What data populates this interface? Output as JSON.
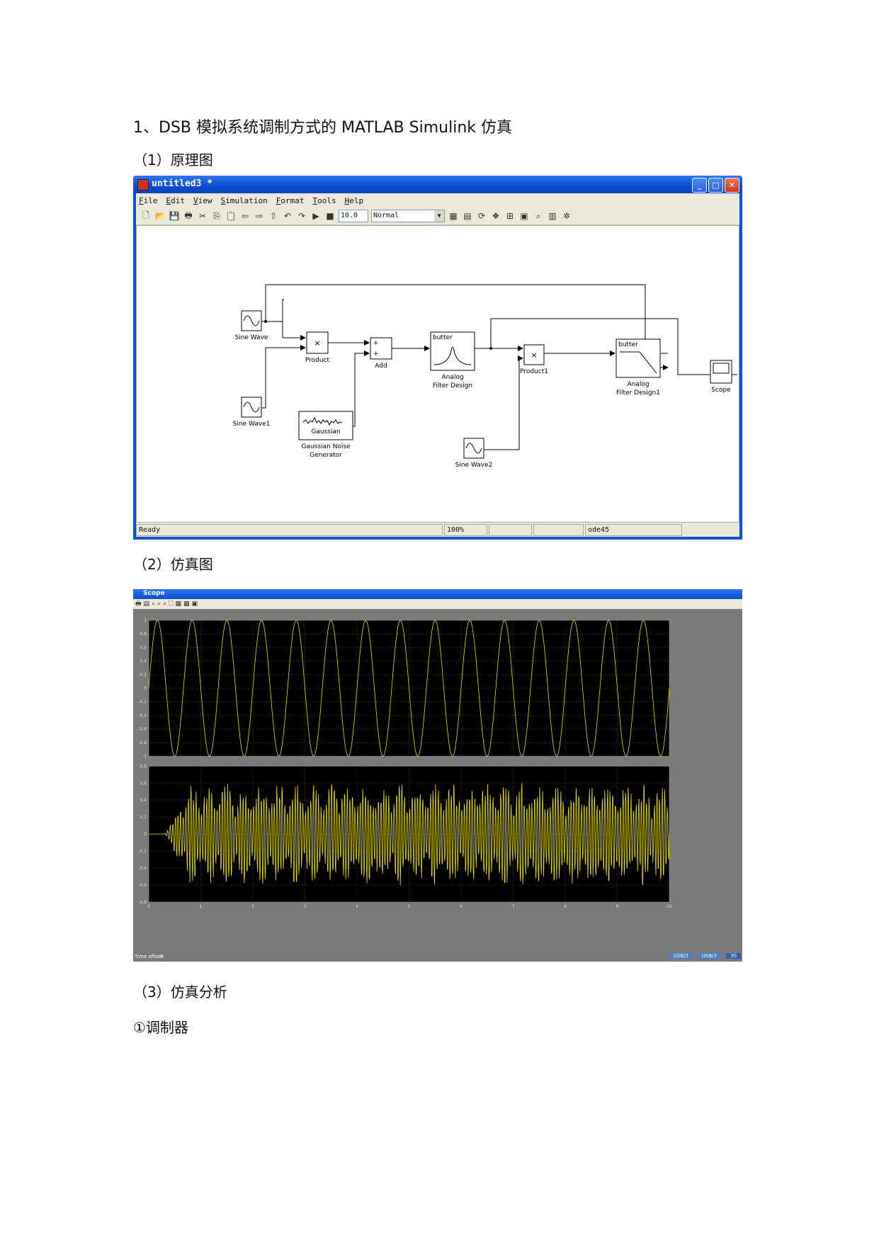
{
  "doc": {
    "heading": "1、DSB 模拟系统调制方式的 MATLAB Simulink 仿真",
    "sec1": "（1）原理图",
    "sec2": "（2）仿真图",
    "sec3": "（3）仿真分析",
    "sec4": "①调制器"
  },
  "model_window": {
    "title": "untitled3 *",
    "menu": [
      "File",
      "Edit",
      "View",
      "Simulation",
      "Format",
      "Tools",
      "Help"
    ],
    "stop_time": "10.0",
    "sim_mode": "Normal",
    "status": {
      "left": "Ready",
      "zoom": "100%",
      "solver": "ode45"
    }
  },
  "blocks": {
    "sine": "Sine Wave",
    "sine1": "Sine Wave1",
    "sine2": "Sine Wave2",
    "product": "Product",
    "product1": "Product1",
    "add": "Add",
    "filter_name": "butter",
    "filter1_name": "butter",
    "filter_l1": "Analog",
    "filter_l2": "Filter Design",
    "filter1_l1": "Analog",
    "filter1_l2": "Filter Design1",
    "gauss_inner": "Gaussian",
    "gauss_l1": "Gaussian Noise",
    "gauss_l2": "Generator",
    "scope": "Scope",
    "plus": "+"
  },
  "scope_window": {
    "title": "Scope",
    "time_offset_label": "Time offset:",
    "time_offset_value": "0",
    "footer_btn1": "USB/2",
    "footer_btn2": "USB/3",
    "footer_btn3": "30"
  },
  "chart_data": [
    {
      "type": "line",
      "title": "",
      "x": [
        0,
        1,
        2,
        3,
        4,
        5,
        6,
        7,
        8,
        9,
        10
      ],
      "xlim": [
        0,
        10
      ],
      "ylim": [
        -1,
        1
      ],
      "yticks": [
        "1",
        "0.8",
        "0.6",
        "0.4",
        "0.2",
        "0",
        "-0.2",
        "-0.4",
        "-0.6",
        "-0.8",
        "-1"
      ],
      "series": [
        {
          "frequency_hz": 1.5,
          "amplitude": 1,
          "color": "#e8e000"
        }
      ],
      "grid": true
    },
    {
      "type": "line",
      "title": "",
      "xlim": [
        0,
        10
      ],
      "ylim": [
        -0.8,
        0.8
      ],
      "xticks": [
        "0",
        "1",
        "2",
        "3",
        "4",
        "5",
        "6",
        "7",
        "8",
        "9",
        "10"
      ],
      "yticks": [
        "0.8",
        "0.6",
        "0.4",
        "0.2",
        "0",
        "-0.2",
        "-0.4",
        "-0.6",
        "-0.8"
      ],
      "series": [
        {
          "envelope_amplitude": 0.7,
          "color": "#e8e000"
        }
      ],
      "grid": true
    }
  ]
}
